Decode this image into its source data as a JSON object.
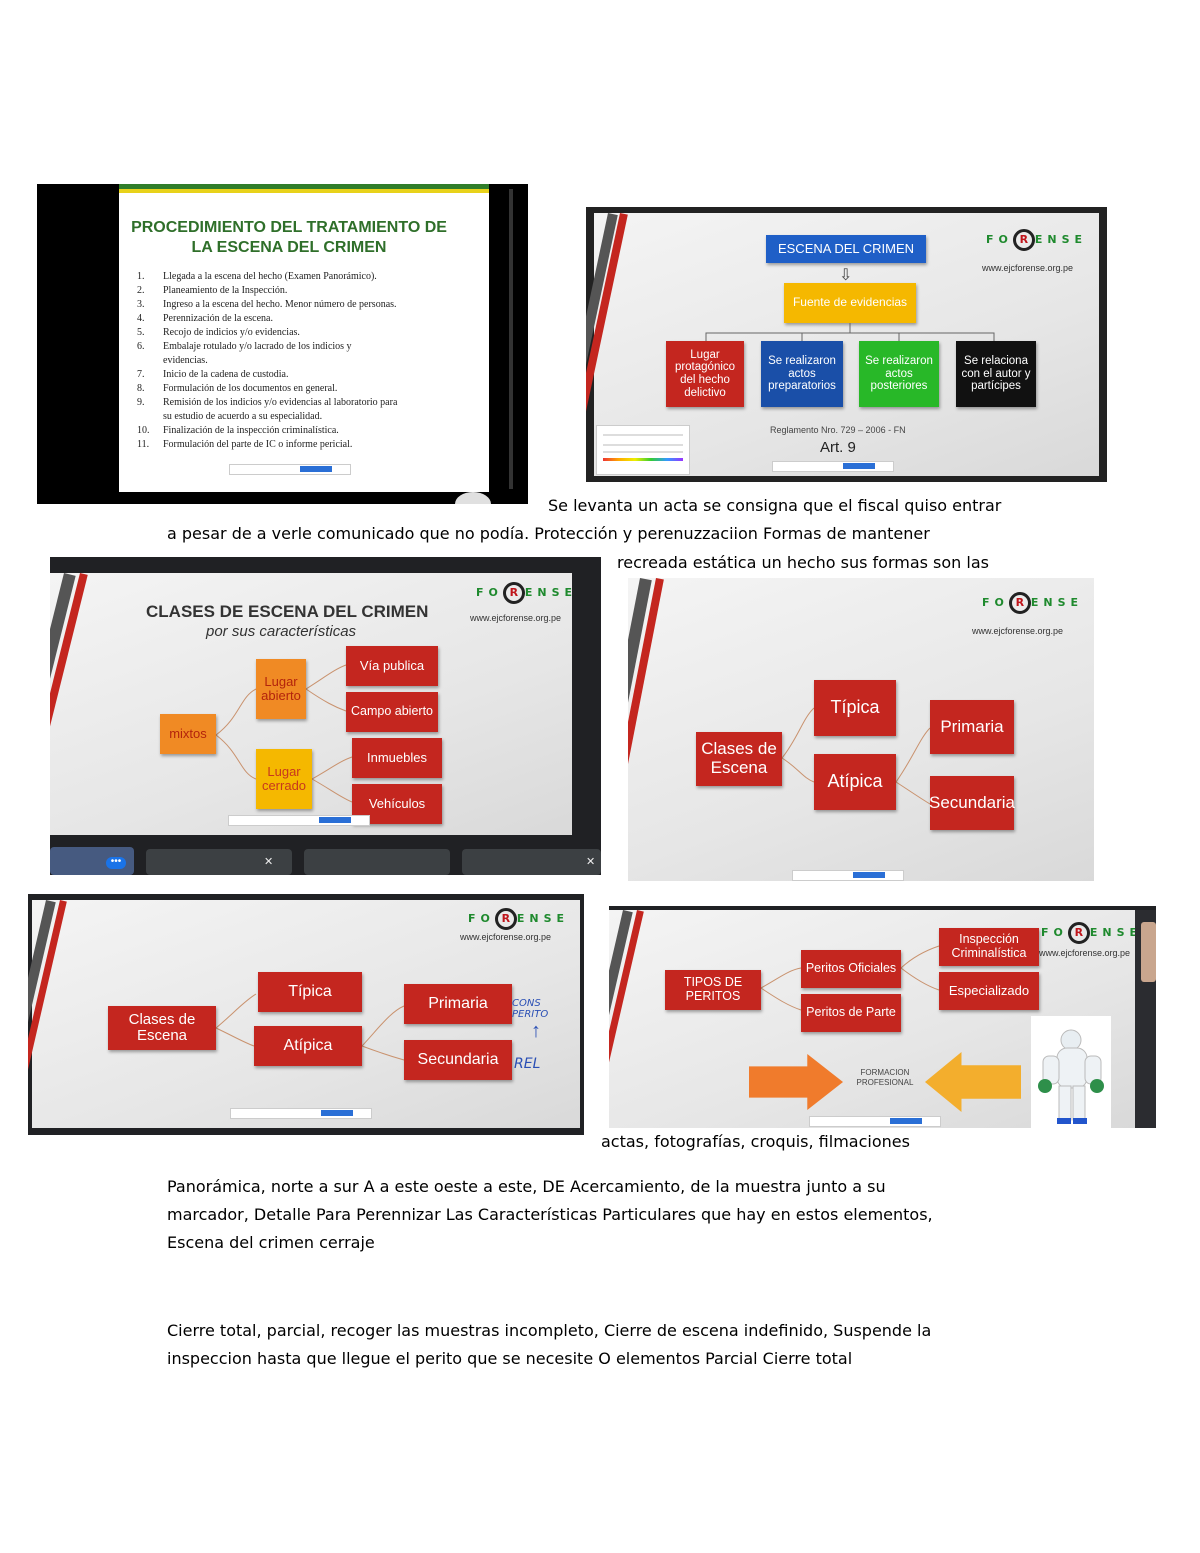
{
  "slide1": {
    "title_line1": "PROCEDIMIENTO DEL TRATAMIENTO DE",
    "title_line2": "LA ESCENA DEL CRIMEN",
    "items": [
      {
        "n": "1.",
        "t": "Llegada a la escena del hecho (Examen Panorámico)."
      },
      {
        "n": "2.",
        "t": "Planeamiento de la Inspección."
      },
      {
        "n": "3.",
        "t": "Ingreso a la escena del hecho. Menor número de personas."
      },
      {
        "n": "4.",
        "t": "Perennización de la escena."
      },
      {
        "n": "5.",
        "t": "Recojo de indicios y/o evidencias."
      },
      {
        "n": "6.",
        "t": "Embalaje rotulado y/o lacrado de los indicios y"
      },
      {
        "n": "",
        "t": "evidencias."
      },
      {
        "n": "7.",
        "t": "Inicio de la cadena de custodia."
      },
      {
        "n": "8.",
        "t": "Formulación de los documentos en general."
      },
      {
        "n": "9.",
        "t": "Remisión de los indicios y/o evidencias al laboratorio para"
      },
      {
        "n": "",
        "t": "su estudio de acuerdo a su especialidad."
      },
      {
        "n": "10.",
        "t": "Finalización de la inspección criminalística."
      },
      {
        "n": "11.",
        "t": "Formulación del parte de IC o informe pericial."
      }
    ]
  },
  "logo": {
    "left": "FO",
    "mag": "R",
    "right": "ENSE"
  },
  "slide2": {
    "url": "www.ejcforense.org.pe",
    "top": "ESCENA DEL CRIMEN",
    "source": "Fuente de evidencias",
    "boxes": [
      "Lugar protagónico del hecho delictivo",
      "Se realizaron actos preparatorios",
      "Se realizaron actos posteriores",
      "Se relaciona con el autor y partícipes"
    ],
    "reg": "Reglamento Nro. 729 – 2006 - FN",
    "art": "Art. 9"
  },
  "slide3": {
    "url": "www.ejcforense.org.pe",
    "title": "CLASES DE ESCENA DEL CRIMEN",
    "subtitle": "por sus características",
    "root": "mixtos",
    "open": "Lugar abierto",
    "closed": "Lugar cerrado",
    "leaves": [
      "Vía publica",
      "Campo abierto",
      "Inmuebles",
      "Vehículos"
    ]
  },
  "slide4": {
    "url": "www.ejcforense.org.pe",
    "root": "Clases de Escena",
    "a": "Típica",
    "b": "Atípica",
    "c": "Primaria",
    "d": "Secundaria"
  },
  "slide5": {
    "url": "www.ejcforense.org.pe",
    "root": "Clases de Escena",
    "a": "Típica",
    "b": "Atípica",
    "c": "Primaria",
    "d": "Secundaria",
    "hw1": "CONS PERITO",
    "hw2": "REL"
  },
  "slide6": {
    "url": "www.ejcforense.org.pe",
    "root": "TIPOS DE PERITOS",
    "a": "Peritos Oficiales",
    "b": "Peritos de Parte",
    "c": "Inspección Criminalística",
    "d": "Especializado",
    "center": "FORMACION PROFESIONAL"
  },
  "notes": {
    "n1": "Se levanta un acta se consigna que el fiscal quiso entrar",
    "n2": "a pesar de a verle comunicado que no podía. Protección y perenuzzaciion  Formas de mantener",
    "n3": "recreada estática un hecho sus formas son las",
    "n4": "actas, fotografías, croquis, filmaciones",
    "p1": "Panorámica, norte a sur A  a este oeste a este, DE Acercamiento, de la muestra junto a su",
    "p2": "marcador, Detalle  Para Perennizar Las Características Particulares que hay en estos elementos,",
    "p3": "Escena del crimen cerraje",
    "p4": "Cierre total, parcial, recoger las muestras  incompleto, Cierre de escena indefinido, Suspende la",
    "p5": "inspeccion hasta que llegue el perito que se necesite O elementos Parcial Cierre total"
  }
}
